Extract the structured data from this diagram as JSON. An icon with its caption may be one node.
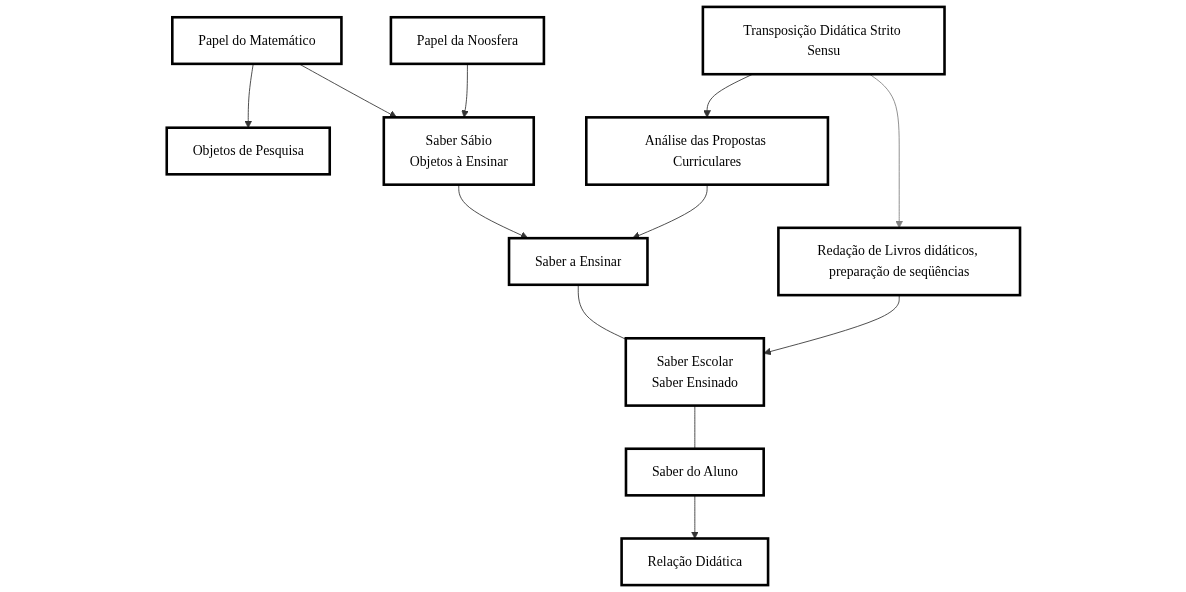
{
  "diagram": {
    "nodes": [
      {
        "text": [
          "Objetos de Pesquisa"
        ]
      },
      {
        "text": [
          "Papel do Matemático"
        ]
      },
      {
        "text": [
          "Saber Sábio",
          "Objetos à Ensinar"
        ]
      },
      {
        "text": [
          "Saber a Ensinar"
        ]
      },
      {
        "text": [
          "Saber Escolar",
          "Saber Ensinado"
        ]
      },
      {
        "text": [
          "Papel da Noosfera"
        ]
      },
      {
        "text": [
          "Análise das Propostas Curriculares"
        ]
      },
      {
        "text": [
          "Redação de Livros didáticos, preparação de seqüências"
        ]
      },
      {
        "text": [
          "Saber do Aluno"
        ]
      },
      {
        "text": [
          "Transposição Didática Strito Sensu"
        ]
      },
      {
        "text": [
          "Relação Didática"
        ]
      }
    ],
    "edges": [
      {
        "from": 1,
        "to": 0,
        "arrow": "to"
      },
      {
        "from": 1,
        "to": 2,
        "arrow": "to"
      },
      {
        "from": 2,
        "to": 3,
        "arrow": "to"
      },
      {
        "from": 5,
        "to": 2,
        "arrow": "to"
      },
      {
        "from": 6,
        "to": 3,
        "arrow": "to"
      },
      {
        "from": 3,
        "to": 4,
        "arrow": "none"
      },
      {
        "from": 7,
        "to": 4,
        "arrow": "to"
      },
      {
        "from": 4,
        "to": 8,
        "arrow": "none"
      },
      {
        "from": 8,
        "to": 10,
        "arrow": "to"
      },
      {
        "from": 9,
        "to": 6,
        "arrow": "to"
      },
      {
        "from": 9,
        "to": 7,
        "arrow": "to",
        "color": "#808080"
      }
    ]
  }
}
